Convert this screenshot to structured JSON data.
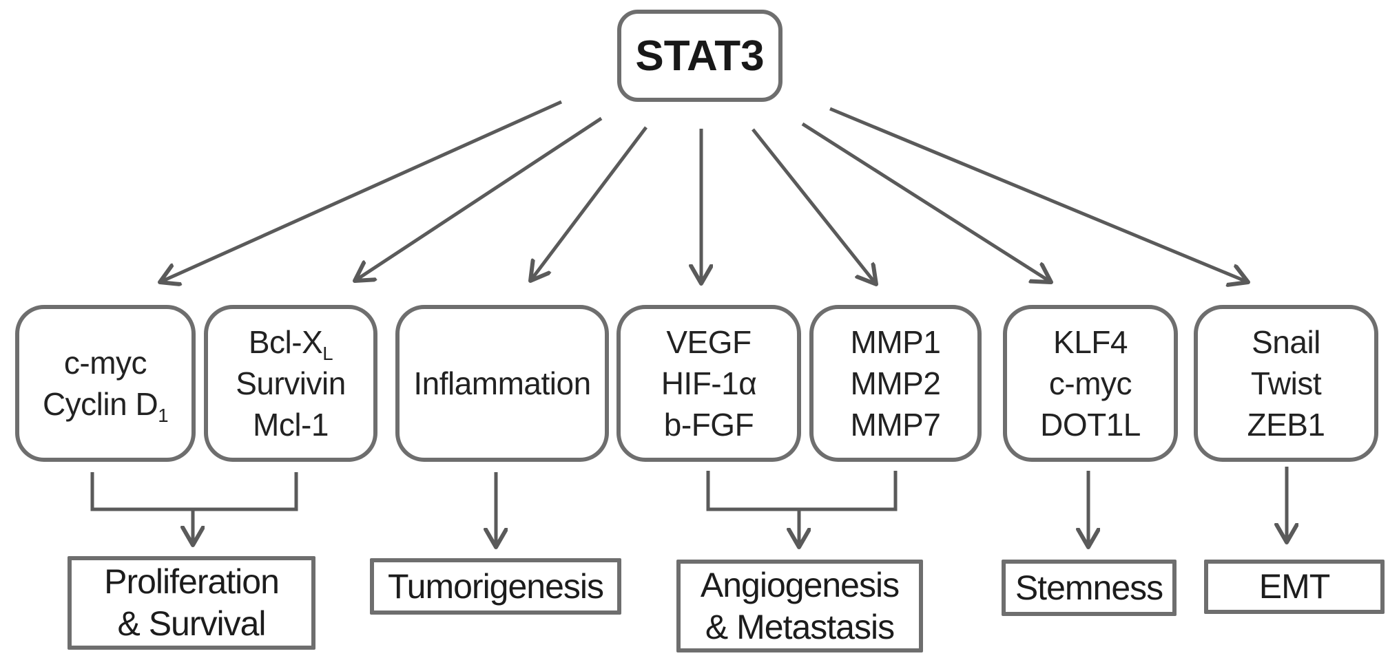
{
  "figure": {
    "root": {
      "label": "STAT3"
    },
    "nodes": [
      {
        "id": "cmyc-cyclind1",
        "lines": [
          {
            "text": "c-myc"
          },
          {
            "text": "Cyclin D",
            "sub": "1"
          }
        ]
      },
      {
        "id": "bclxl-survivin-mcl1",
        "lines": [
          {
            "text": "Bcl-X",
            "sub": "L"
          },
          {
            "text": "Survivin"
          },
          {
            "text": "Mcl-1"
          }
        ]
      },
      {
        "id": "inflammation",
        "lines": [
          {
            "text": "Inflammation"
          }
        ]
      },
      {
        "id": "vegf-hif1a-bfgf",
        "lines": [
          {
            "text": "VEGF"
          },
          {
            "text": "HIF-1α"
          },
          {
            "text": "b-FGF"
          }
        ]
      },
      {
        "id": "mmp",
        "lines": [
          {
            "text": "MMP1"
          },
          {
            "text": "MMP2"
          },
          {
            "text": "MMP7"
          }
        ]
      },
      {
        "id": "klf4-cmyc-dot1l",
        "lines": [
          {
            "text": "KLF4"
          },
          {
            "text": "c-myc"
          },
          {
            "text": "DOT1L"
          }
        ]
      },
      {
        "id": "snail-twist-zeb1",
        "lines": [
          {
            "text": "Snail"
          },
          {
            "text": "Twist"
          },
          {
            "text": "ZEB1"
          }
        ]
      }
    ],
    "outcomes": [
      {
        "id": "proliferation-survival",
        "lines": [
          {
            "text": "Proliferation"
          },
          {
            "text": "& Survival"
          }
        ]
      },
      {
        "id": "tumorigenesis",
        "lines": [
          {
            "text": "Tumorigenesis"
          }
        ]
      },
      {
        "id": "angiogenesis-metastasis",
        "lines": [
          {
            "text": "Angiogenesis"
          },
          {
            "text": "& Metastasis"
          }
        ]
      },
      {
        "id": "stemness",
        "lines": [
          {
            "text": "Stemness"
          }
        ]
      },
      {
        "id": "emt",
        "lines": [
          {
            "text": "EMT"
          }
        ]
      }
    ],
    "colors": {
      "stroke": "#6e6e6e",
      "arrow": "#5a5a5a",
      "text": "#1f1f1f",
      "background": "#ffffff"
    }
  }
}
